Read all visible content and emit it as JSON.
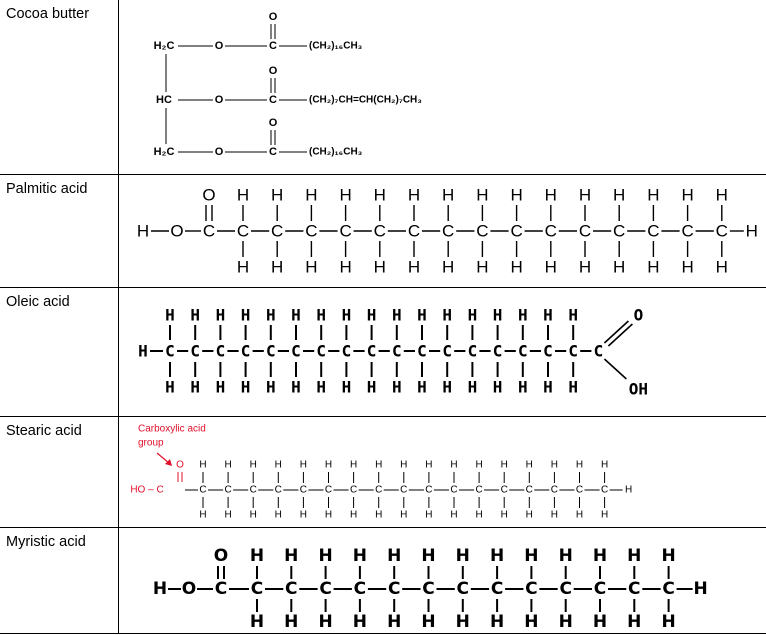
{
  "rows": [
    {
      "name": "Cocoa butter",
      "chains": [
        "(CH₂)₁₆CH₃",
        "(CH₂)₇CH=CH(CH₂)₇CH₃",
        "(CH₂)₁₆CH₃"
      ],
      "backbone": [
        "H₂C",
        "HC",
        "H₂C"
      ],
      "atoms": {
        "oxygen": "O",
        "carbon": "C"
      }
    },
    {
      "name": "Palmitic acid",
      "head": "H–O–C",
      "carbons": 15,
      "atoms": {
        "hydrogen": "H",
        "oxygen": "O",
        "carbon": "C"
      }
    },
    {
      "name": "Oleic acid",
      "tail": "H-C",
      "carbons": 17,
      "atoms": {
        "hydrogen": "H",
        "oxygen": "O",
        "carbon": "C",
        "hydroxyl": "OH"
      }
    },
    {
      "name": "Stearic acid",
      "annotation": "Carboxylic acid group",
      "annotation_lines": [
        "Carboxylic acid",
        "group"
      ],
      "head": "HO – C",
      "carbons": 17,
      "annotation_color": "#e0102a",
      "atoms": {
        "hydrogen": "H",
        "oxygen": "O",
        "carbon": "C"
      }
    },
    {
      "name": "Myristic acid",
      "head": "H–O–C",
      "carbons": 13,
      "atoms": {
        "hydrogen": "H",
        "oxygen": "O",
        "carbon": "C"
      }
    }
  ]
}
